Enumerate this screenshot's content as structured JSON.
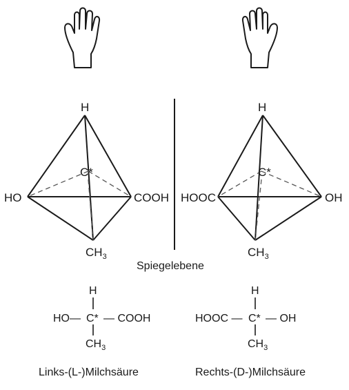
{
  "diagram": {
    "plane_label": "Spiegelebene",
    "left": {
      "top": "H",
      "center": "C*",
      "left": "HO",
      "right": "COOH",
      "bottom_main": "CH",
      "bottom_sub": "3",
      "fischer": {
        "top": "H",
        "left": "HO—",
        "center": "C*",
        "right": "— COOH",
        "bottom_main": "CH",
        "bottom_sub": "3"
      },
      "caption": "Links-(L-)Milchsäure"
    },
    "right": {
      "top": "H",
      "center": "C*",
      "left": "HOOC",
      "right": "OH",
      "bottom_main": "CH",
      "bottom_sub": "3",
      "fischer": {
        "top": "H",
        "left": "HOOC —",
        "center": "C*",
        "right": "— OH",
        "bottom_main": "CH",
        "bottom_sub": "3"
      },
      "caption": "Rechts-(D-)Milchsäure"
    },
    "icons": [
      "hand-icon",
      "hand-icon"
    ]
  }
}
